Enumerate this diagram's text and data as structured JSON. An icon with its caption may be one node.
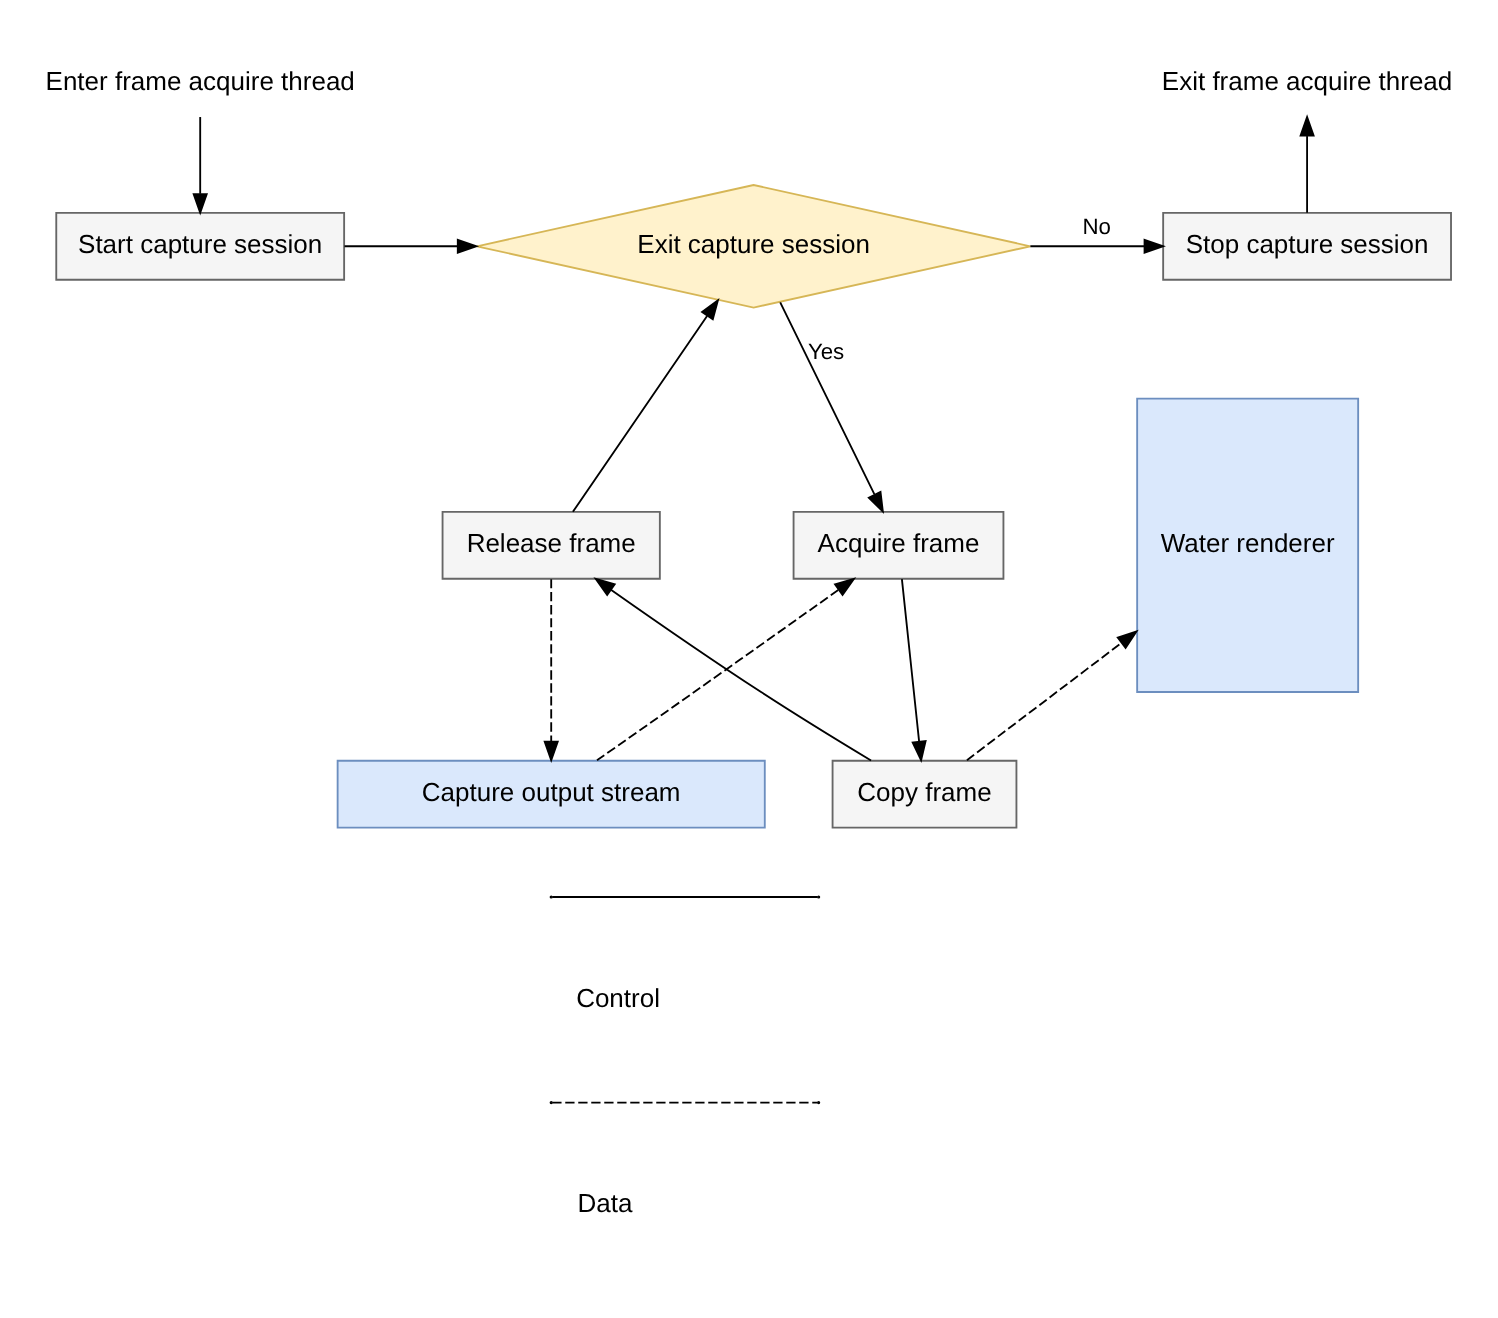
{
  "diagram": {
    "nodes": [
      {
        "text": [
          "Enter frame acquire thread"
        ]
      },
      {
        "text": [
          "Start capture session"
        ]
      },
      {
        "text": [
          "Exit capture session"
        ]
      },
      {
        "text": [
          "Stop capture session"
        ]
      },
      {
        "text": [
          "Exit frame acquire thread"
        ]
      },
      {
        "text": [
          "Release frame"
        ]
      },
      {
        "text": [
          "Acquire frame"
        ]
      },
      {
        "text": [
          "Water renderer"
        ]
      },
      {
        "text": [
          "Copy frame"
        ]
      },
      {
        "text": [
          "Capture output stream"
        ]
      }
    ],
    "edges": [
      {
        "from": 0,
        "to": 1,
        "arrow": "to"
      },
      {
        "from": 1,
        "to": 2,
        "arrow": "to"
      },
      {
        "from": 2,
        "to": 3,
        "arrow": "to",
        "label": "No"
      },
      {
        "from": 3,
        "to": 4,
        "arrow": "to"
      },
      {
        "from": 2,
        "to": 6,
        "arrow": "to",
        "label": "Yes"
      },
      {
        "from": 5,
        "to": 2,
        "arrow": "to"
      },
      {
        "from": 6,
        "to": 8,
        "arrow": "to"
      },
      {
        "from": 8,
        "to": 5,
        "arrow": "to"
      },
      {
        "from": 5,
        "to": 9,
        "arrow": "to",
        "style": "dashed"
      },
      {
        "from": 9,
        "to": 6,
        "arrow": "to",
        "style": "dashed"
      },
      {
        "from": 8,
        "to": 7,
        "arrow": "to",
        "style": "dashed"
      }
    ],
    "legend": [
      {
        "text": "Control"
      },
      {
        "text": "Data"
      }
    ]
  }
}
